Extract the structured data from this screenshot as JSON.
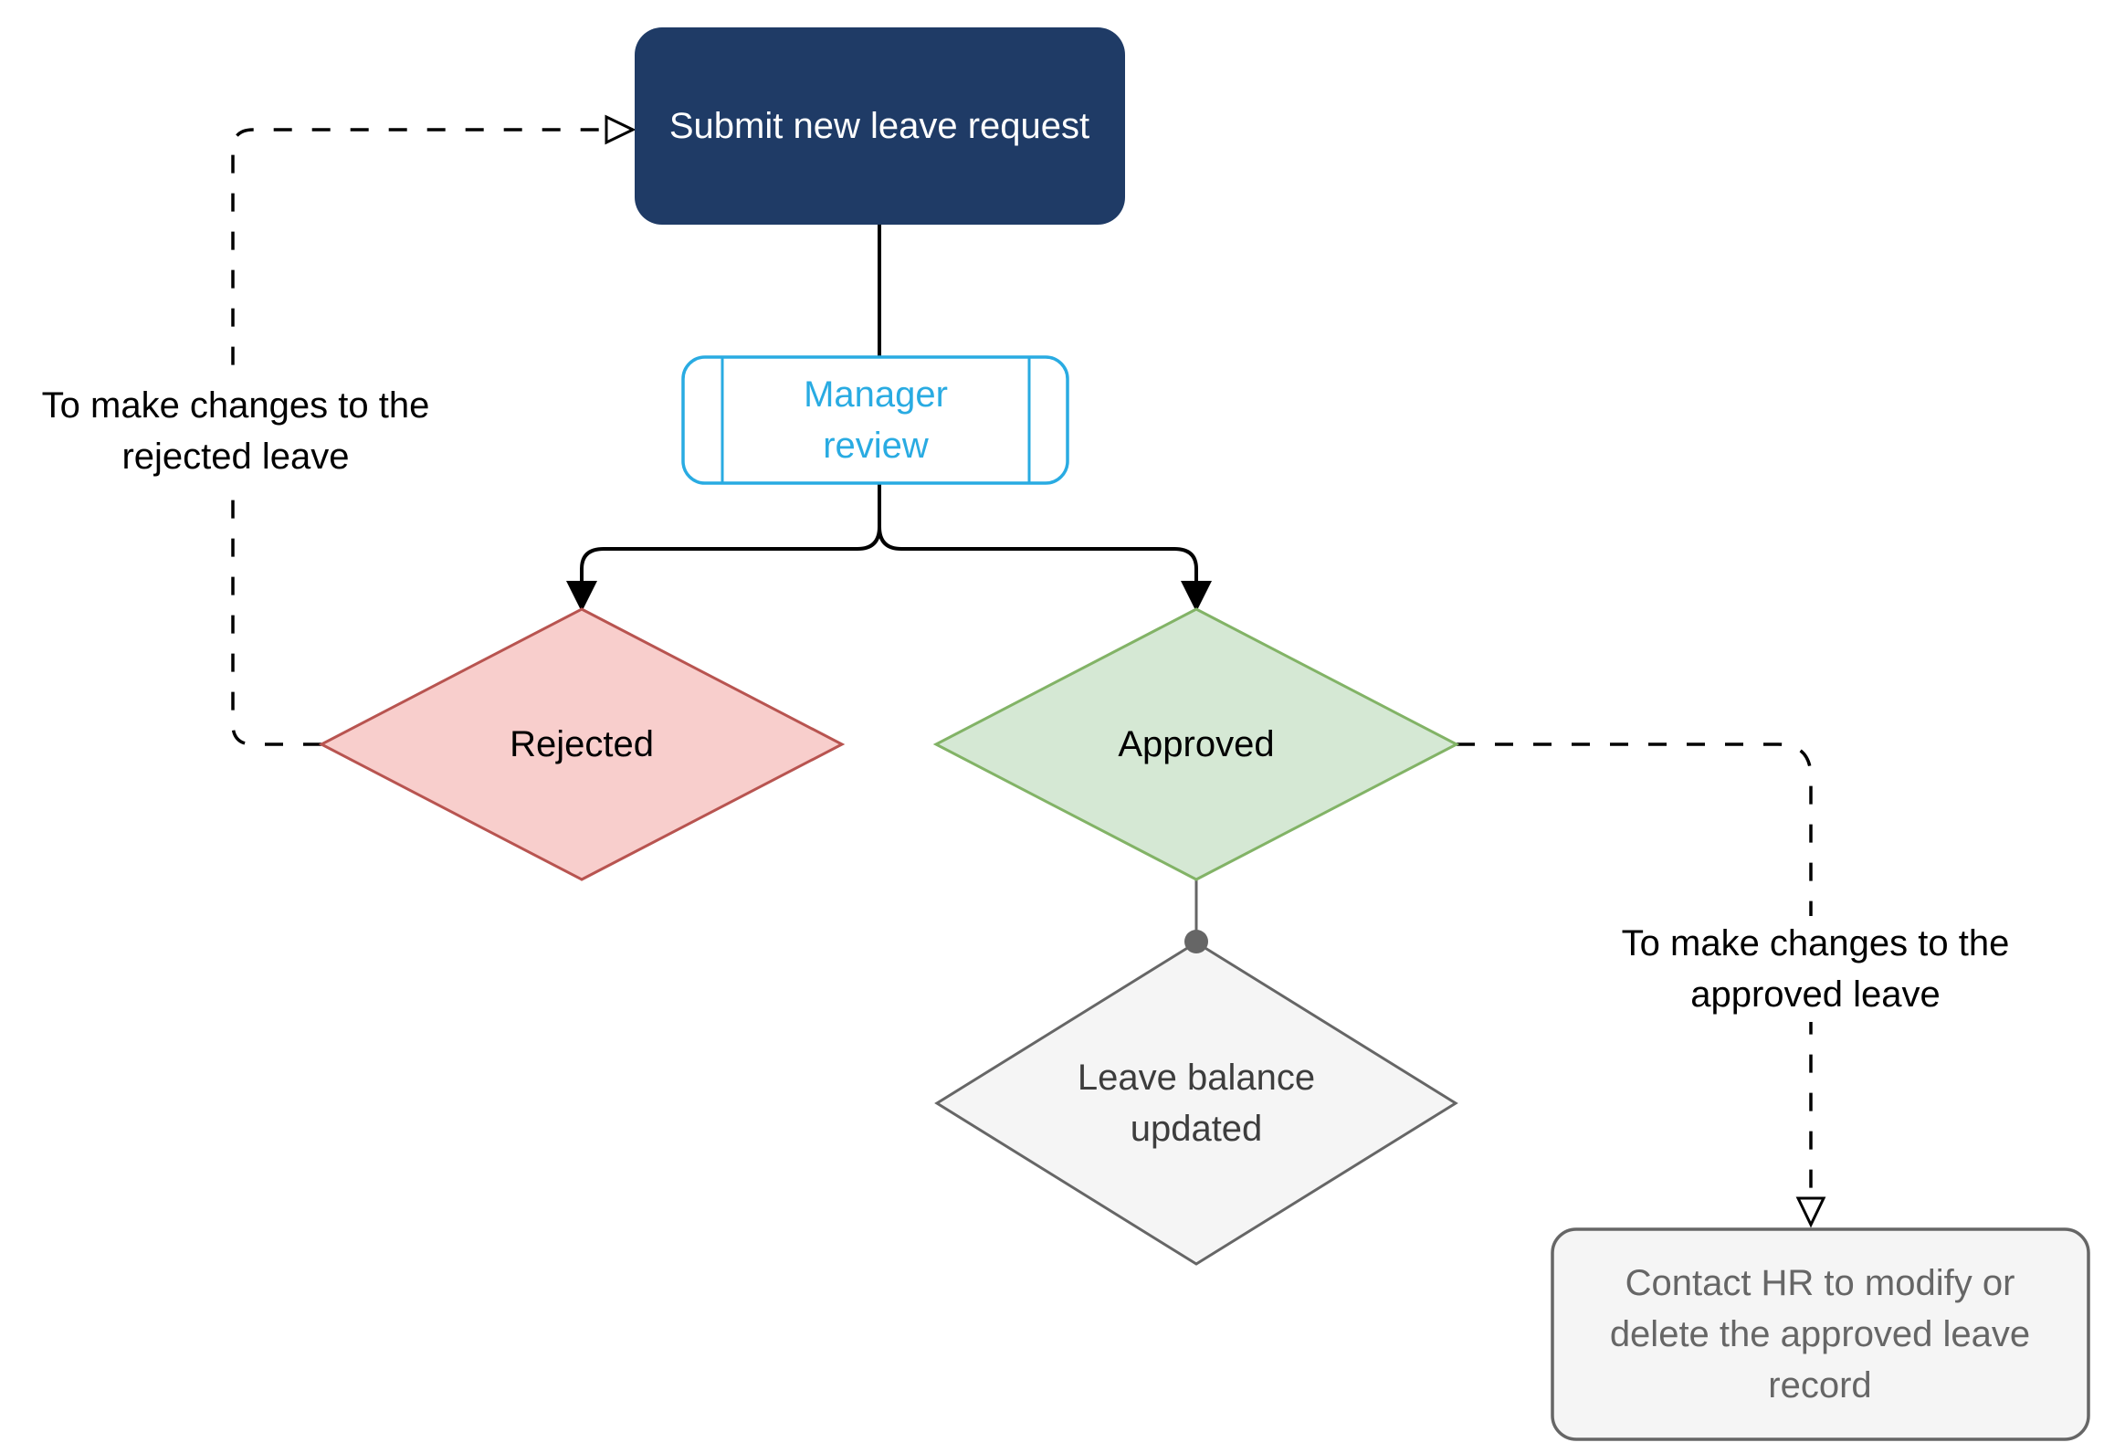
{
  "nodes": {
    "submit": {
      "label": "Submit new leave request",
      "type": "start-process"
    },
    "manager_review": {
      "label": "Manager review",
      "type": "subroutine"
    },
    "rejected": {
      "label": "Rejected",
      "type": "decision-outcome"
    },
    "approved": {
      "label": "Approved",
      "type": "decision-outcome"
    },
    "leave_balance": {
      "label": "Leave balance updated",
      "type": "state"
    },
    "contact_hr": {
      "label": "Contact HR to modify or delete the approved leave record",
      "type": "process"
    }
  },
  "edges": {
    "rejected_to_submit_label": "To make changes to the rejected leave",
    "approved_to_contact_hr_label": "To make changes to the approved leave"
  },
  "colors": {
    "submit_fill": "#1f3b66",
    "submit_text": "#ffffff",
    "subroutine_stroke": "#29abe2",
    "subroutine_fill": "#ffffff",
    "rejected_fill": "#f8cecc",
    "rejected_stroke": "#b85450",
    "approved_fill": "#d5e8d4",
    "approved_stroke": "#82b366",
    "neutral_fill": "#f5f5f5",
    "neutral_stroke": "#666666",
    "neutral_text": "#666666",
    "edge_line": "#000000"
  }
}
